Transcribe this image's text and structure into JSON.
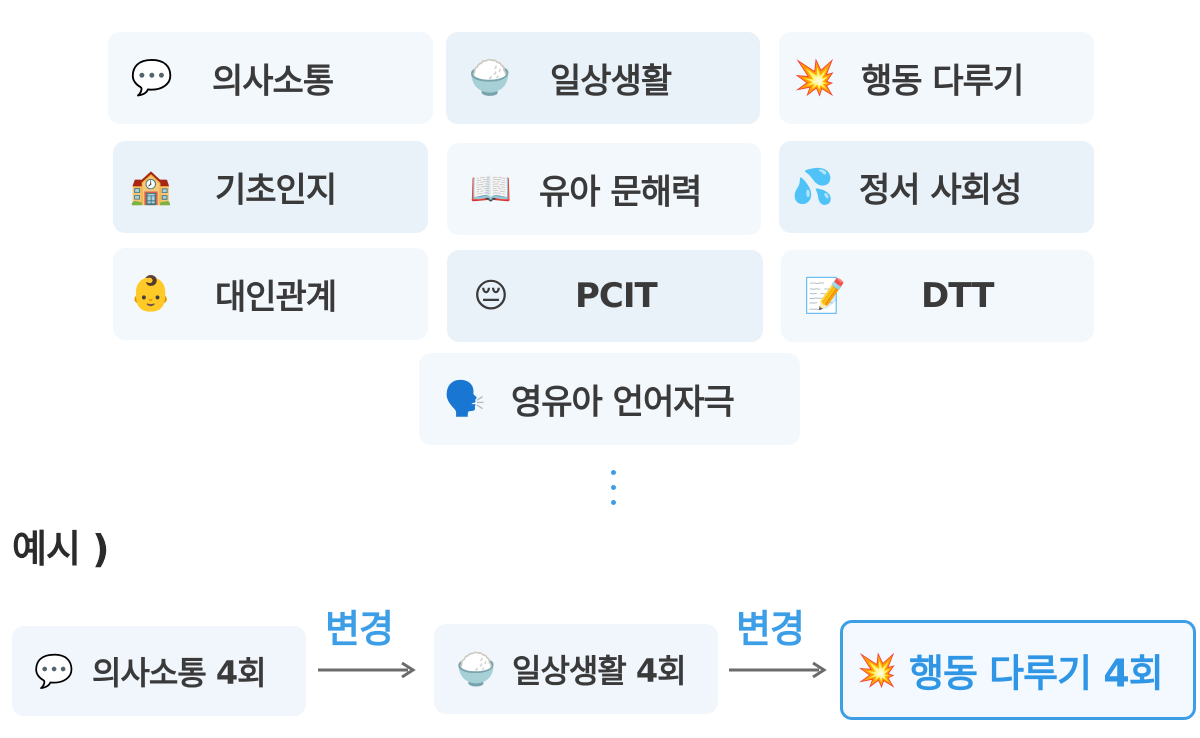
{
  "categories": [
    {
      "emoji": "💬",
      "label": "의사소통"
    },
    {
      "emoji": "🍚",
      "label": "일상생활"
    },
    {
      "emoji": "💥",
      "label": "행동 다루기"
    },
    {
      "emoji": "🏫",
      "label": "기초인지"
    },
    {
      "emoji": "📖",
      "label": "유아 문해력"
    },
    {
      "emoji": "💦",
      "label": "정서 사회성"
    },
    {
      "emoji": "👶",
      "label": "대인관계"
    },
    {
      "emoji": "😔",
      "label": "PCIT"
    },
    {
      "emoji": "📝",
      "label": "DTT"
    },
    {
      "emoji": "🗣️",
      "label": "영유아 언어자극"
    }
  ],
  "example": {
    "title": "예시 )",
    "steps": [
      {
        "emoji": "💬",
        "label": "의사소통 4회"
      },
      {
        "emoji": "🍚",
        "label": "일상생활 4회"
      },
      {
        "emoji": "💥",
        "label": "행동 다루기 4회"
      }
    ],
    "change_label": "변경"
  },
  "colors": {
    "accent": "#3d9ee8",
    "card_light": "#f3f8fd",
    "card_dark": "#e9f1f9"
  }
}
